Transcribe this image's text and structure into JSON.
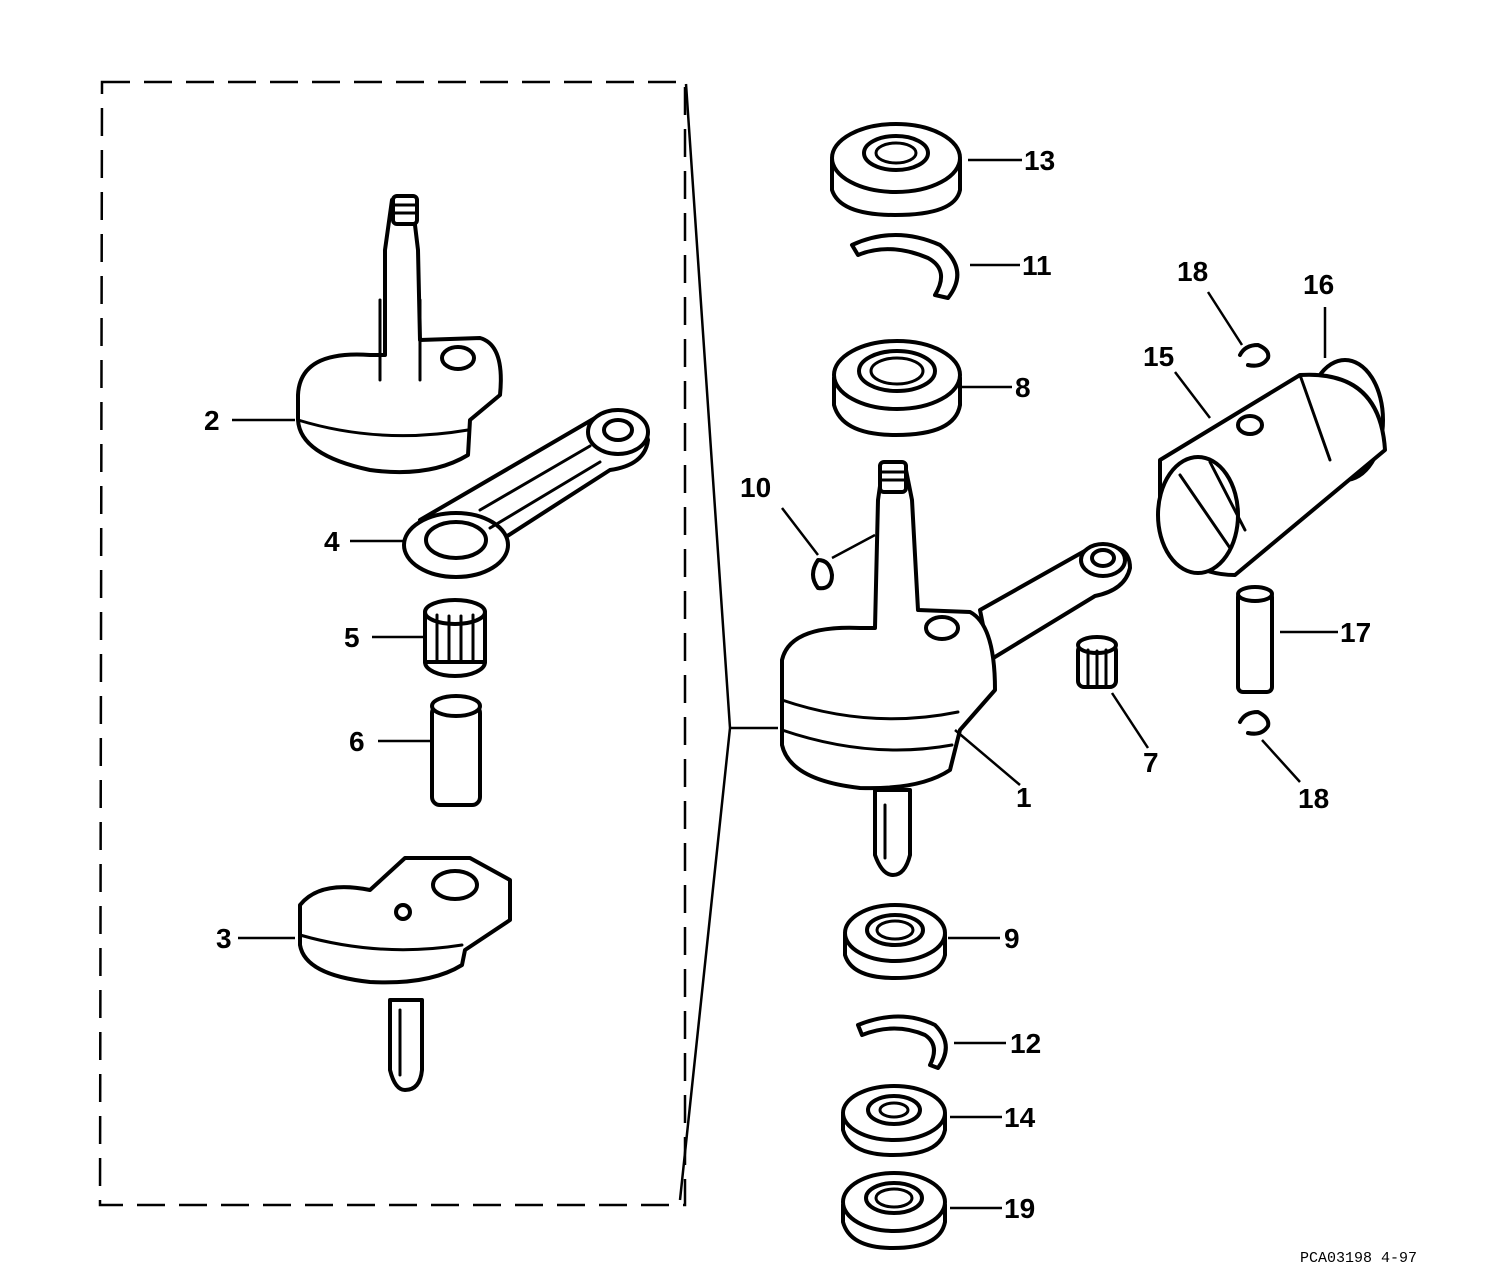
{
  "diagram": {
    "callouts": [
      {
        "id": "c1",
        "label": "1"
      },
      {
        "id": "c2",
        "label": "2"
      },
      {
        "id": "c3",
        "label": "3"
      },
      {
        "id": "c4",
        "label": "4"
      },
      {
        "id": "c5",
        "label": "5"
      },
      {
        "id": "c6",
        "label": "6"
      },
      {
        "id": "c7",
        "label": "7"
      },
      {
        "id": "c8",
        "label": "8"
      },
      {
        "id": "c9",
        "label": "9"
      },
      {
        "id": "c10",
        "label": "10"
      },
      {
        "id": "c11",
        "label": "11"
      },
      {
        "id": "c12",
        "label": "12"
      },
      {
        "id": "c13",
        "label": "13"
      },
      {
        "id": "c14",
        "label": "14"
      },
      {
        "id": "c15",
        "label": "15"
      },
      {
        "id": "c16",
        "label": "16"
      },
      {
        "id": "c17",
        "label": "17"
      },
      {
        "id": "c18a",
        "label": "18"
      },
      {
        "id": "c18b",
        "label": "18"
      },
      {
        "id": "c19",
        "label": "19"
      }
    ],
    "drawing_code": "PCA03198 4-97"
  }
}
